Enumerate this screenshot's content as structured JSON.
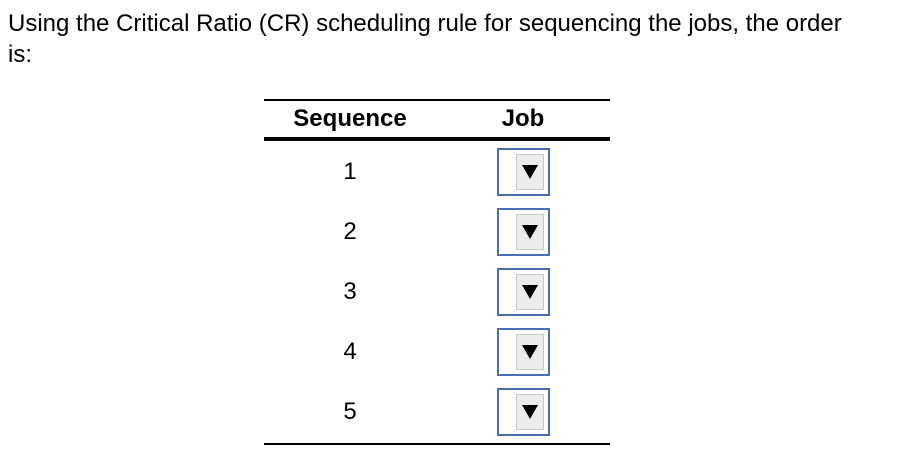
{
  "question": {
    "text": "Using the Critical Ratio (CR) scheduling rule for sequencing the jobs, the order is:"
  },
  "table": {
    "headers": {
      "sequence": "Sequence",
      "job": "Job"
    },
    "rows": [
      {
        "sequence": "1",
        "job_value": ""
      },
      {
        "sequence": "2",
        "job_value": ""
      },
      {
        "sequence": "3",
        "job_value": ""
      },
      {
        "sequence": "4",
        "job_value": ""
      },
      {
        "sequence": "5",
        "job_value": ""
      }
    ]
  },
  "icons": {
    "dropdown_arrow": "triangle-down-icon"
  },
  "colors": {
    "dropdown_border": "#4a6fb3",
    "dropdown_button": "#ededed"
  }
}
